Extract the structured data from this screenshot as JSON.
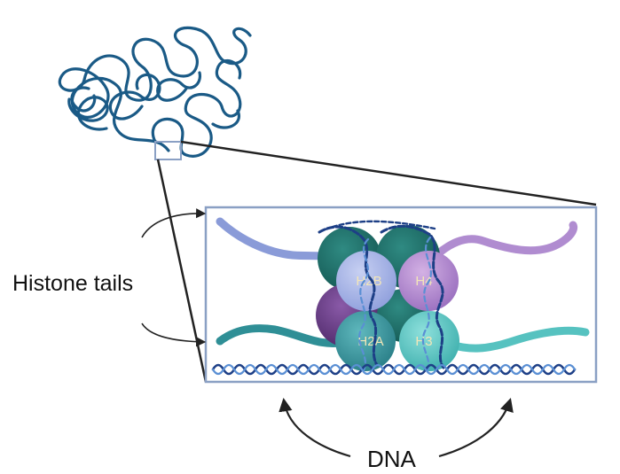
{
  "labels": {
    "histone_tails": "Histone tails",
    "dna": "DNA"
  },
  "histones": {
    "h2b": "H2B",
    "h4": "H4",
    "h2a": "H2A",
    "h3": "H3"
  },
  "colors": {
    "dna_strand": "#1a5a86",
    "zoom_frame": "#8aa0c4",
    "zoom_lines": "#222222",
    "h2b": "#a9b6e6",
    "h4": "#b78bd0",
    "h2a": "#3b9aa3",
    "h3": "#5ecbc8",
    "back_teal": "#1f6f6a",
    "back_purple": "#6e3f8a",
    "tail_blue": "#8a9bd8",
    "tail_purple": "#b08cd0",
    "tail_teal": "#2f8f96",
    "tail_cyan": "#56c2c0",
    "helix_dark": "#1d3f86",
    "helix_light": "#5a8fd4",
    "arrow": "#222222"
  }
}
